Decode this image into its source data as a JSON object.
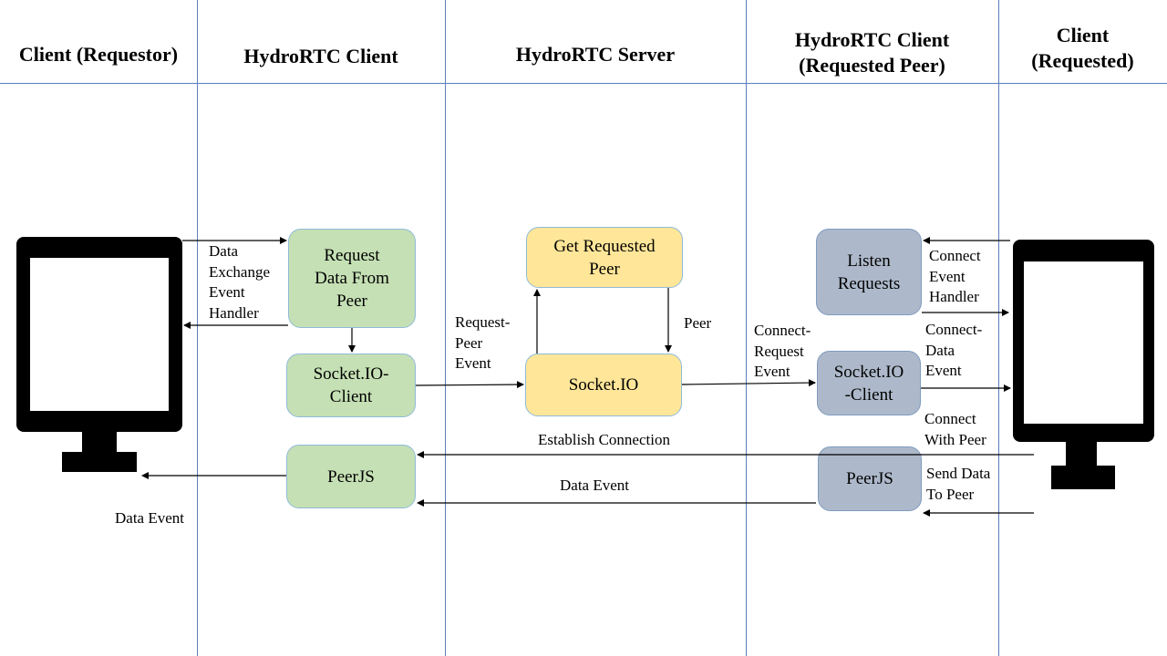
{
  "lanes": [
    {
      "title": "Client (Requestor)"
    },
    {
      "title": "HydroRTC Client"
    },
    {
      "title": "HydroRTC Server"
    },
    {
      "title": "HydroRTC Client\n(Requested Peer)"
    },
    {
      "title": "Client\n(Requested)"
    }
  ],
  "nodes": {
    "request_data": "Request\nData From\nPeer",
    "socketio_client_left": "Socket.IO-\nClient",
    "peerjs_left": "PeerJS",
    "get_requested_peer": "Get Requested\nPeer",
    "socketio_server": "Socket.IO",
    "listen_requests": "Listen\nRequests",
    "socketio_client_right": "Socket.IO\n-Client",
    "peerjs_right": "PeerJS"
  },
  "labels": {
    "data_exchange_handler": "Data\nExchange\nEvent\nHandler",
    "data_event_left": "Data Event",
    "request_peer_event": "Request-\nPeer\nEvent",
    "peer": "Peer",
    "connect_request_event": "Connect-\nRequest\nEvent",
    "connect_event_handler": "Connect\nEvent\nHandler",
    "connect_data_event": "Connect-\nData\nEvent",
    "connect_with_peer": "Connect\nWith Peer",
    "send_data_to_peer": "Send Data\nTo Peer",
    "establish_connection": "Establish Connection",
    "data_event_middle": "Data Event"
  },
  "icons": {
    "left_client": "desktop-monitor-icon",
    "right_client": "desktop-monitor-icon"
  },
  "colors": {
    "lane_line": "#5b7fbd",
    "green_box": "#c5e0b4",
    "yellow_box": "#ffe699",
    "gray_box": "#adb9ca"
  }
}
